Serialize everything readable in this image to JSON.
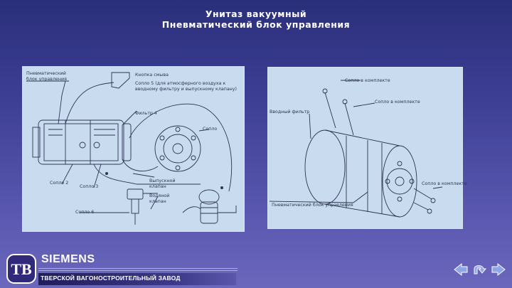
{
  "header": {
    "title": "Унитаз вакуумный",
    "subtitle": "Пневматический блок управления"
  },
  "left_diagram": {
    "labels": {
      "pneumatic_block": "Пневматический блок управления",
      "flush_button": "Кнопка смыва",
      "nozzle_5": "Сопло 5 (для атмосферного воздуха к вводному фильтру и выпускному клапану)",
      "filter_4": "Фильтр 4",
      "nozzle_top": "Сопло",
      "nozzle_2": "Сопло 2",
      "nozzle_3": "Сопло 3",
      "outlet_valve": "Выпускной клапан",
      "inlet_valve": "Водяной клапан",
      "nozzle_6": "Сопло 6"
    }
  },
  "right_diagram": {
    "labels": {
      "nozzle_kit_1": "Сопло в комплекте",
      "nozzle_kit_2": "Сопло в комплекте",
      "inlet_filter": "Вводный фильтр",
      "nozzle_kit_3": "Сопло в комплекте",
      "pneumatic_block": "Пневматический блок управления"
    }
  },
  "footer": {
    "brand": "SIEMENS",
    "factory": "ТВЕРСКОЙ ВАГОНОСТРОИТЕЛЬНЫЙ ЗАВОД",
    "logo_text": "ТВ"
  },
  "navigation": {
    "prev_icon": "arrow-left-icon",
    "return_icon": "return-icon",
    "next_icon": "arrow-right-icon"
  },
  "colors": {
    "background_top": "#2a2f7a",
    "background_bottom": "#6b67bd",
    "panel": "#c9dcef",
    "line": "#2a3550"
  }
}
